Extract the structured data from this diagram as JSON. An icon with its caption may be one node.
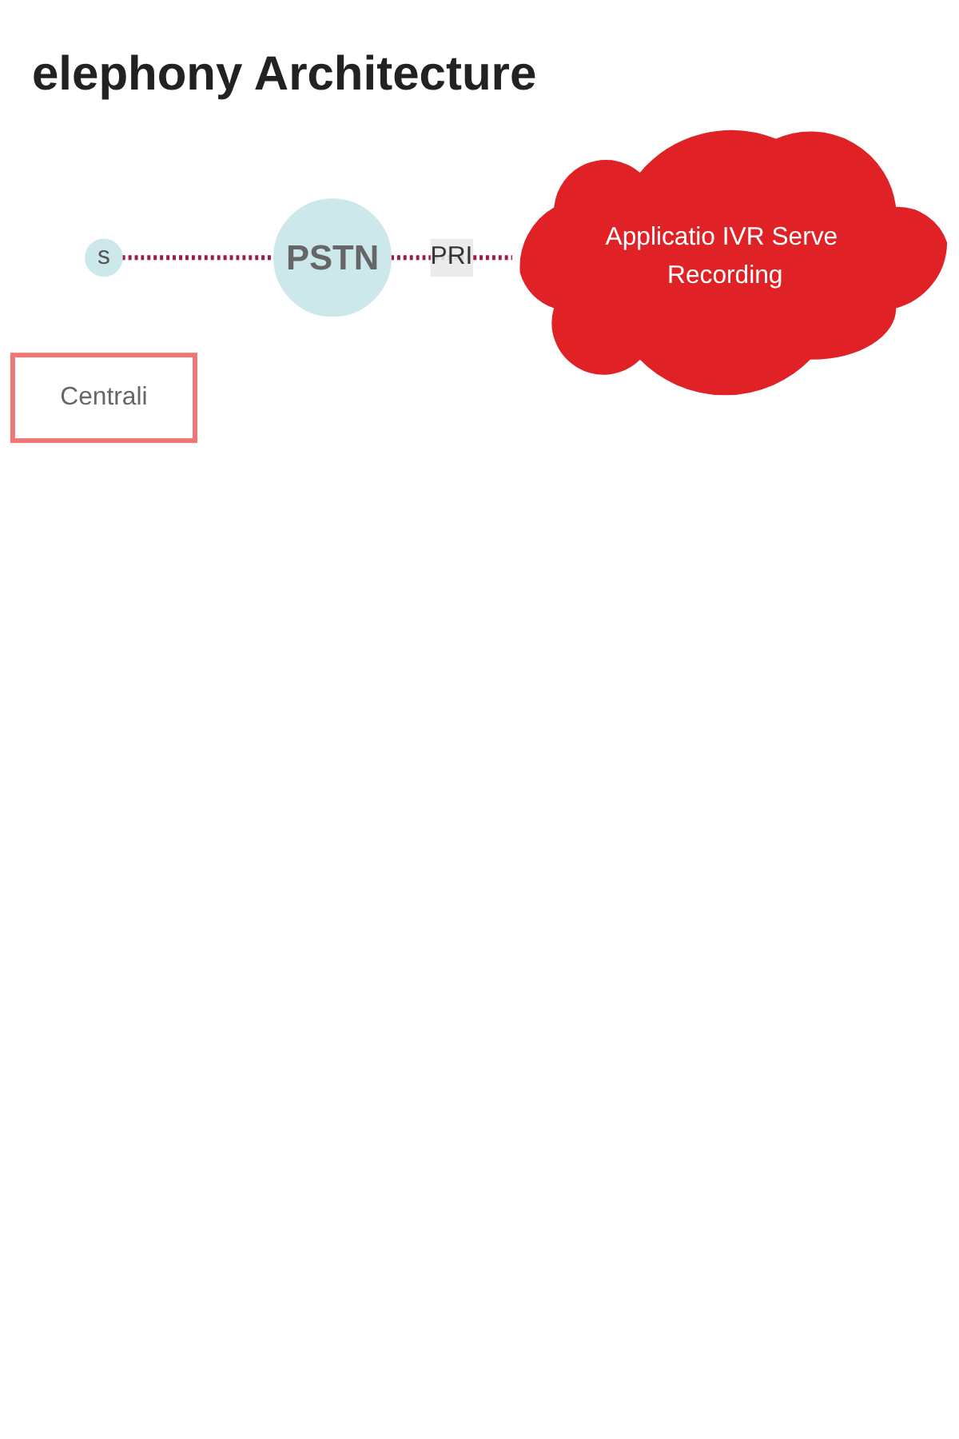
{
  "diagram": {
    "title": "elephony Architecture",
    "nodes": [
      {
        "text": [
          "s"
        ]
      },
      {
        "text": [
          "PSTN"
        ]
      },
      {
        "text": [
          "Applicatio IVR Serve Recording"
        ]
      },
      {
        "text": [
          "Centrali"
        ]
      }
    ],
    "edges": [
      {
        "from": 0,
        "to": 1,
        "arrow": "none",
        "style": "dashed"
      },
      {
        "from": 1,
        "to": 2,
        "arrow": "none",
        "style": "dashed",
        "label": "PRI"
      }
    ]
  }
}
